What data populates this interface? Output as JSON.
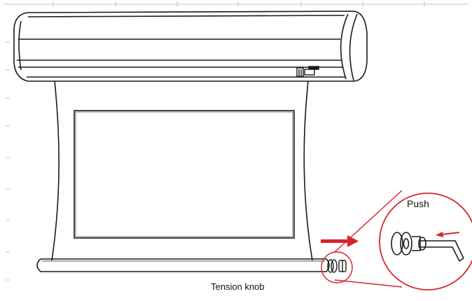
{
  "labels": {
    "push": "Push",
    "tension_knob": "Tension knob"
  },
  "colors": {
    "line": "#1a1a1a",
    "callout": "#d8232a",
    "arrow": "#d8232a",
    "ruler": "#b9c6dd"
  },
  "icons": {
    "direction_arrow": "red-right-arrow",
    "push_arrow": "red-left-arrow"
  }
}
